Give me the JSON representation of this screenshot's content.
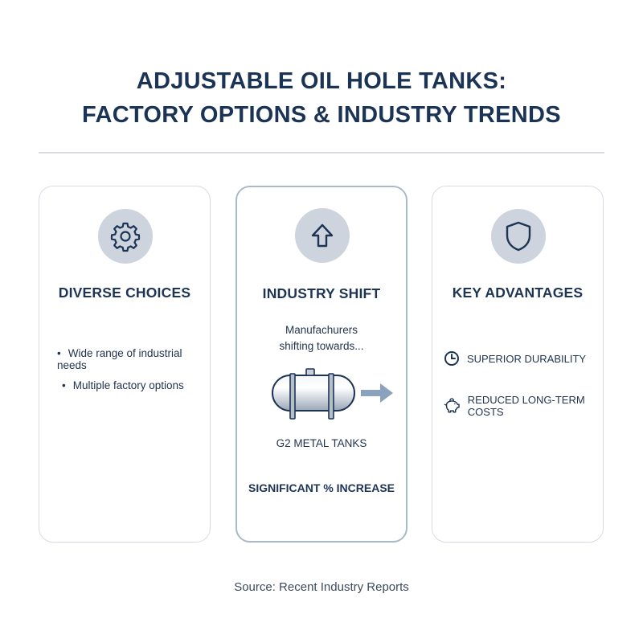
{
  "title": {
    "line1": "ADJUSTABLE OIL HOLE TANKS:",
    "line2": "FACTORY OPTIONS & INDUSTRY TRENDS"
  },
  "cards": [
    {
      "icon": "gear-icon",
      "title": "DIVERSE CHOICES",
      "bullets": [
        "Wide range of industrial needs",
        "Multiple factory options"
      ]
    },
    {
      "icon": "arrow-up-icon",
      "title": "INDUSTRY SHIFT",
      "description_line1": "Manufachurers",
      "description_line2": "shifting towards...",
      "tank_label": "G2 METAL TANKS",
      "highlight": "SIGNIFICANT % INCREASE"
    },
    {
      "icon": "shield-icon",
      "title": "KEY ADVANTAGES",
      "items": [
        {
          "icon": "clock-icon",
          "label": "SUPERIOR DURABILITY"
        },
        {
          "icon": "piggy-bank-icon",
          "label": "REDUCED LONG-TERM COSTS"
        }
      ]
    }
  ],
  "source": "Source: Recent Industry Reports",
  "colors": {
    "title": "#1b3355",
    "icon_circle": "#ced4dd",
    "card_border": "#d6dce4",
    "accent_arrow": "#8aa2bd"
  }
}
